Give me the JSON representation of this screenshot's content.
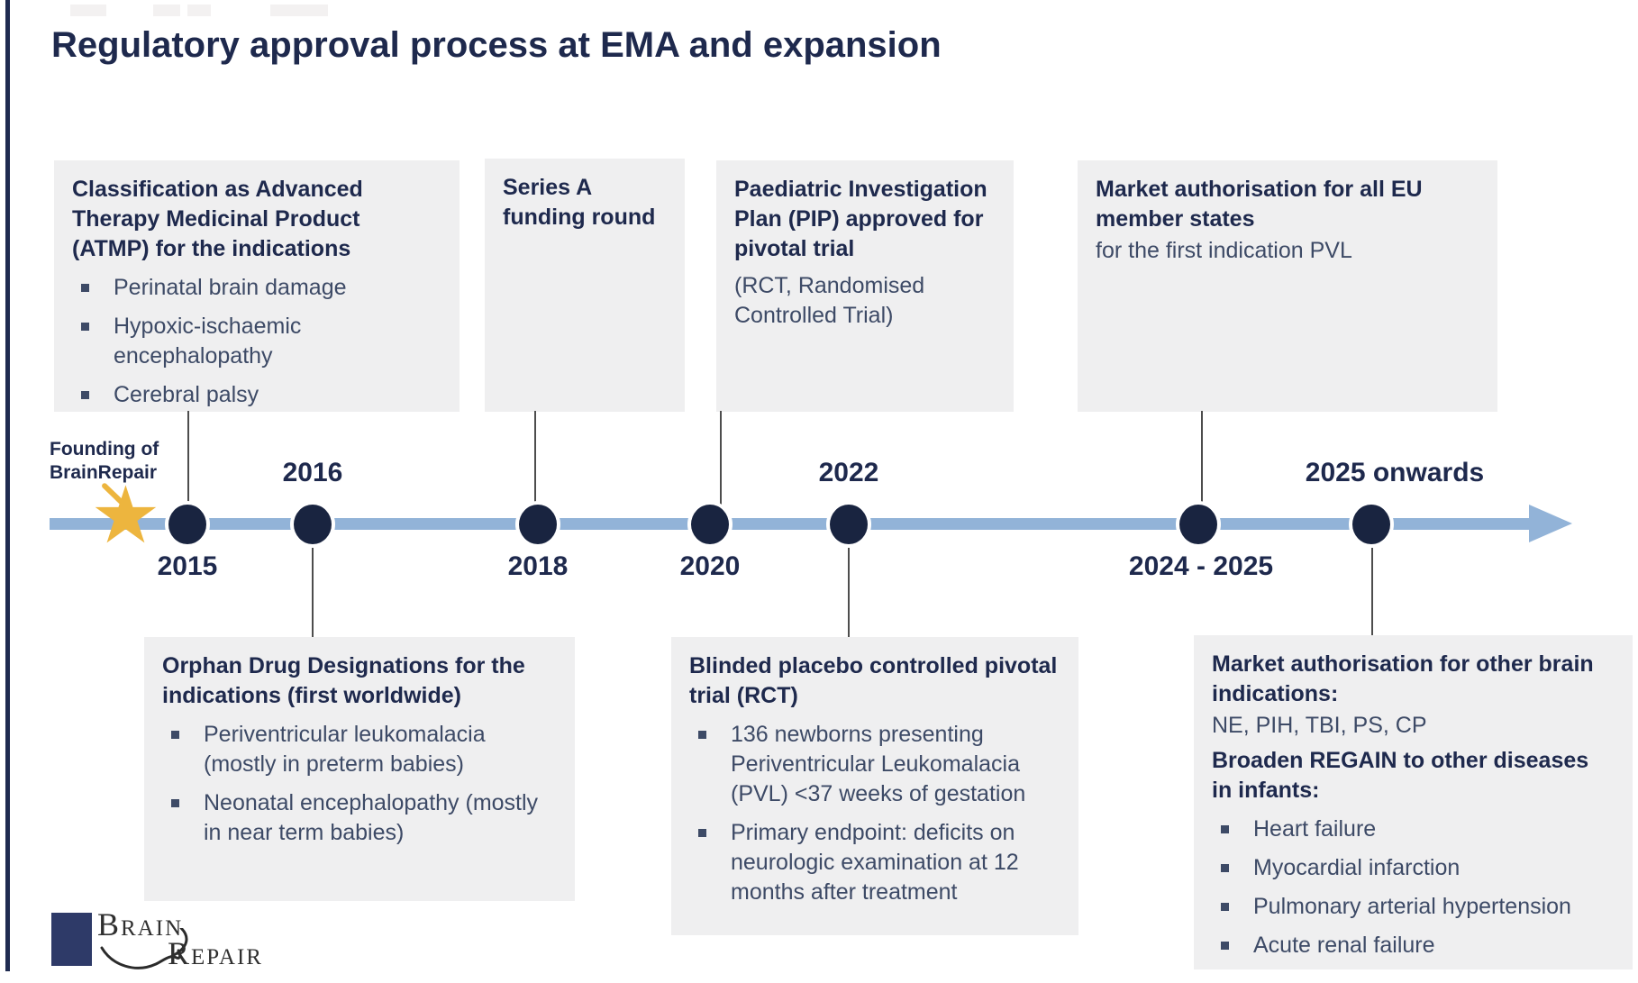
{
  "title": "Regulatory approval process at EMA and expansion",
  "founding": {
    "line1": "Founding of",
    "line2": "BrainRepair"
  },
  "years": {
    "y2015": "2015",
    "y2016": "2016",
    "y2018": "2018",
    "y2020": "2020",
    "y2022": "2022",
    "y2024": "2024 - 2025",
    "y2025": "2025 onwards"
  },
  "boxes": {
    "atmp": {
      "title": "Classification as Advanced Therapy Medicinal Product (ATMP) for the indications",
      "bullets": [
        "Perinatal brain damage",
        "Hypoxic-ischaemic encephalopathy",
        "Cerebral palsy"
      ]
    },
    "series_a": {
      "title": "Series A funding round"
    },
    "pip": {
      "title": "Paediatric Investigation Plan (PIP) approved for pivotal trial",
      "subtitle": "(RCT, Randomised Controlled Trial)"
    },
    "ema_auth": {
      "title": "Market authorisation for all EU member states",
      "subtitle": "for the first indication PVL"
    },
    "orphan": {
      "title": "Orphan Drug Designations for the indications (first worldwide)",
      "bullets": [
        "Periventricular leukomalacia (mostly in preterm babies)",
        "Neonatal encephalopathy (mostly in near term babies)"
      ]
    },
    "rct": {
      "title": "Blinded placebo controlled pivotal trial (RCT)",
      "bullets": [
        "136 newborns presenting Periventricular Leukomalacia (PVL) <37 weeks of gestation",
        "Primary endpoint: deficits on neurologic examination at 12 months after treatment"
      ]
    },
    "expansion": {
      "title": "Market authorisation for other brain indications:",
      "subtitle": "NE, PIH, TBI, PS, CP",
      "title2": "Broaden REGAIN to other diseases in infants:",
      "bullets": [
        "Heart failure",
        "Myocardial infarction",
        "Pulmonary arterial hypertension",
        "Acute renal failure"
      ]
    }
  },
  "logo": {
    "word1": "Brain",
    "word2": "Repair"
  },
  "icons": {
    "star": "★"
  },
  "colors": {
    "navy_text": "#1e294d",
    "body_text": "#3d4a66",
    "timeline_blue": "#92b3d8",
    "dot_navy": "#192440",
    "star_gold": "#edb53e",
    "box_background": "#efeff0",
    "logo_navy": "#2e3a68"
  }
}
